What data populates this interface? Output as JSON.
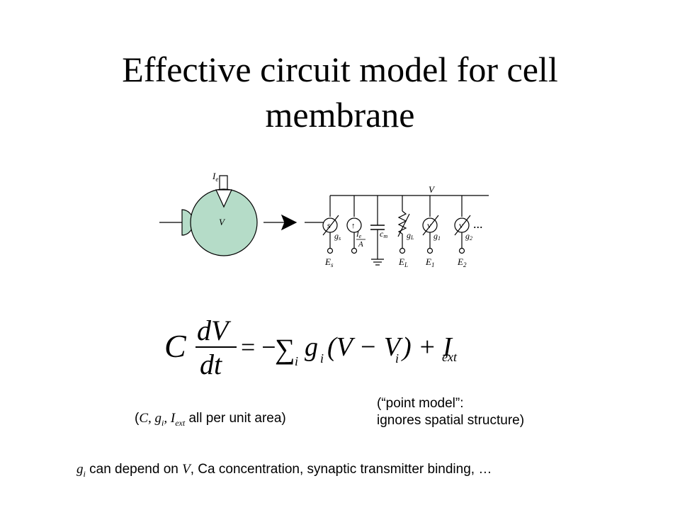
{
  "title": {
    "line1": "Effective circuit model for cell",
    "line2": "membrane"
  },
  "diagram": {
    "cell_label": "V",
    "electrode_label_main": "I",
    "electrode_label_sub": "e",
    "rail_label": "V",
    "ellipsis": "...",
    "branches": [
      {
        "symbol": "s",
        "cond_main": "g",
        "cond_sub": "s",
        "rev_main": "E",
        "rev_sub": "s"
      },
      {
        "symbol": "↑",
        "cond_main": "I",
        "cond_sub": "e",
        "cond_denom": "A"
      },
      {
        "symbol": "cap",
        "cond_main": "c",
        "cond_sub": "m"
      },
      {
        "symbol": "res",
        "cond_main": "g",
        "cond_sub": "L",
        "rev_main": "E",
        "rev_sub": "L"
      },
      {
        "symbol": "v",
        "cond_main": "g",
        "cond_sub": "1",
        "rev_main": "E",
        "rev_sub": "1"
      },
      {
        "symbol": "v",
        "cond_main": "g",
        "cond_sub": "2",
        "rev_main": "E",
        "rev_sub": "2"
      }
    ],
    "colors": {
      "cell_fill": "#b5dcc8",
      "line": "#000000"
    }
  },
  "equation": {
    "C": "C",
    "dV": "dV",
    "dt": "dt",
    "eq": "= −",
    "sum": "∑",
    "i": "i",
    "g": "g",
    "gi_sub": "i",
    "paren": "(V − V",
    "vi_sub": "i",
    "close": ") + I",
    "ext": "ext"
  },
  "notes": {
    "units_open": "(",
    "units_vars": "C, g",
    "units_gi": "i",
    "units_comma": ", I",
    "units_ext": "ext",
    "units_rest": " all per unit area)",
    "point_line1": "(“point model”:",
    "point_line2": "ignores spatial structure)",
    "bottom_g": "g",
    "bottom_gi": "i",
    "bottom_rest1": " can depend on ",
    "bottom_V": "V",
    "bottom_rest2": ", Ca concentration, synaptic transmitter binding, …"
  }
}
